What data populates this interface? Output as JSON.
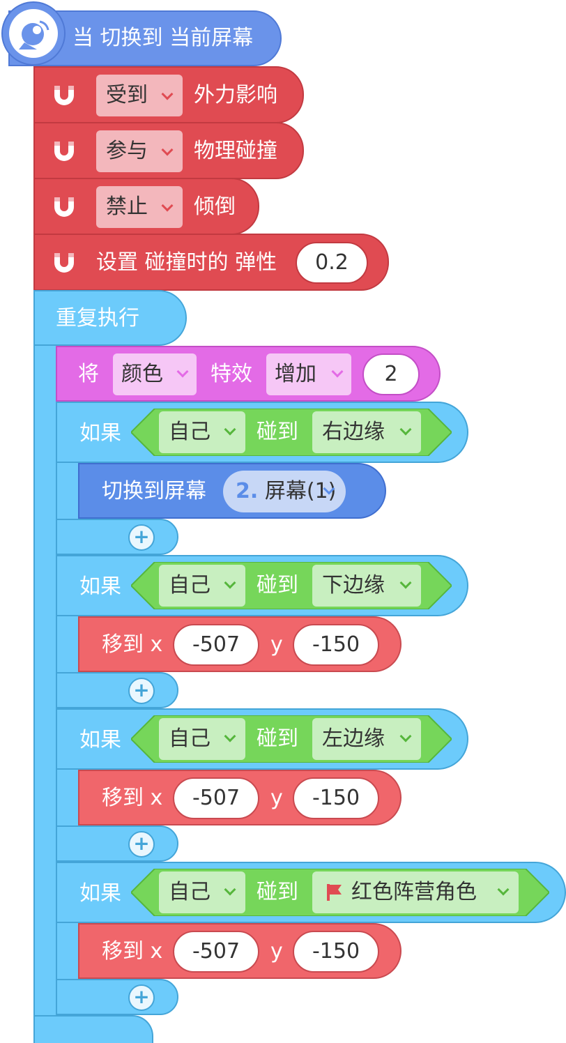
{
  "hat": {
    "label": "当 切换到 当前屏幕",
    "icon": "satellite-dish-icon"
  },
  "physics": [
    {
      "dropdown": "受到",
      "text": "外力影响"
    },
    {
      "dropdown": "参与",
      "text": "物理碰撞"
    },
    {
      "dropdown": "禁止",
      "text": "倾倒"
    }
  ],
  "elasticity": {
    "label": "设置 碰撞时的 弹性",
    "value": "0.2"
  },
  "loop": {
    "label": "重复执行"
  },
  "effect": {
    "prefix": "将",
    "effect_dropdown": "颜色",
    "mid": "特效",
    "op_dropdown": "增加",
    "value": "2"
  },
  "ifs": [
    {
      "label": "如果",
      "self": "自己",
      "touch": "碰到",
      "target": "右边缘"
    },
    {
      "label": "如果",
      "self": "自己",
      "touch": "碰到",
      "target": "下边缘"
    },
    {
      "label": "如果",
      "self": "自己",
      "touch": "碰到",
      "target": "左边缘"
    },
    {
      "label": "如果",
      "self": "自己",
      "touch": "碰到",
      "target": "红色阵营角色"
    }
  ],
  "switch_screen": {
    "label": "切换到屏幕",
    "index": "2.",
    "screen": "屏幕(1)"
  },
  "moves": [
    {
      "label": "移到 x",
      "x": "-507",
      "ylabel": "y",
      "y": "-150"
    },
    {
      "label": "移到 x",
      "x": "-507",
      "ylabel": "y",
      "y": "-150"
    },
    {
      "label": "移到 x",
      "x": "-507",
      "ylabel": "y",
      "y": "-150"
    }
  ],
  "plus_symbol": "+",
  "colors": {
    "hat": "#6A93EA",
    "physics": "#E04B52",
    "control": "#6CCBFB",
    "looks": "#E36BE6",
    "sensing": "#76D65A",
    "motion": "#F0666B"
  }
}
